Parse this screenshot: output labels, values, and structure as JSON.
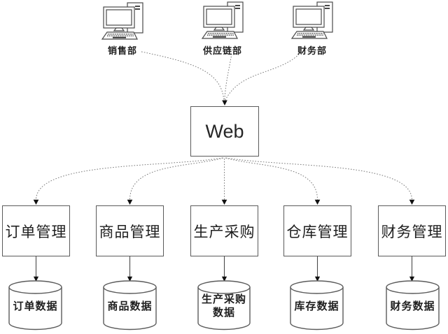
{
  "diagram": {
    "departments": [
      {
        "label": "销售部"
      },
      {
        "label": "供应链部"
      },
      {
        "label": "财务部"
      }
    ],
    "web": {
      "label": "Web"
    },
    "modules": [
      {
        "label": "订单管理"
      },
      {
        "label": "商品管理"
      },
      {
        "label": "生产采购"
      },
      {
        "label": "仓库管理"
      },
      {
        "label": "财务管理"
      }
    ],
    "databases": [
      {
        "label": "订单数据"
      },
      {
        "label": "商品数据"
      },
      {
        "label": "生产采购数据"
      },
      {
        "label": "库存数据"
      },
      {
        "label": "财务数据"
      }
    ],
    "connections": [
      {
        "from": "销售部",
        "to": "Web",
        "style": "dotted-arrow"
      },
      {
        "from": "供应链部",
        "to": "Web",
        "style": "dotted-arrow"
      },
      {
        "from": "财务部",
        "to": "Web",
        "style": "dotted-arrow"
      },
      {
        "from": "Web",
        "to": "订单管理",
        "style": "dotted-arrow"
      },
      {
        "from": "Web",
        "to": "商品管理",
        "style": "dotted-arrow"
      },
      {
        "from": "Web",
        "to": "生产采购",
        "style": "dotted-arrow"
      },
      {
        "from": "Web",
        "to": "仓库管理",
        "style": "dotted-arrow"
      },
      {
        "from": "Web",
        "to": "财务管理",
        "style": "dotted-arrow"
      },
      {
        "from": "订单管理",
        "to": "订单数据",
        "style": "solid-arrow"
      },
      {
        "from": "商品管理",
        "to": "商品数据",
        "style": "solid-arrow"
      },
      {
        "from": "生产采购",
        "to": "生产采购数据",
        "style": "solid-arrow"
      },
      {
        "from": "仓库管理",
        "to": "库存数据",
        "style": "solid-arrow"
      },
      {
        "from": "财务管理",
        "to": "财务数据",
        "style": "solid-arrow"
      }
    ],
    "colors": {
      "background": "#ffffff",
      "node_border": "#5b5b5b",
      "solid_line": "#4a4a4a",
      "dotted_line": "#7a7a7a",
      "arrowhead": "#111111",
      "text": "#1f1f1f"
    }
  }
}
